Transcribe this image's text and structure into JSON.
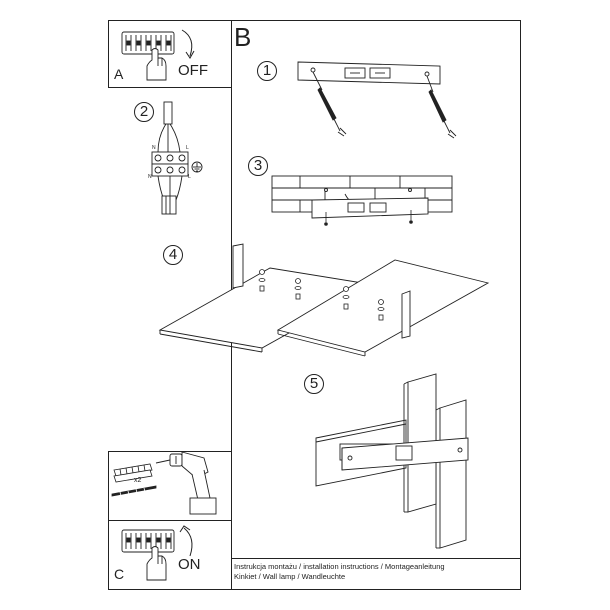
{
  "panels": {
    "a": {
      "letter": "A",
      "action": "OFF"
    },
    "b": {
      "letter": "B"
    },
    "c": {
      "letter": "C",
      "action": "ON"
    }
  },
  "steps": [
    "1",
    "2",
    "3",
    "4",
    "5"
  ],
  "tools": {
    "count": "x2"
  },
  "terminal_labels": {
    "n": "N",
    "l": "L"
  },
  "caption": {
    "line1": "Instrukcja montażu / installation instructions / Montageanleitung",
    "line2": "Kinkiet / Wall lamp / Wandleuchte"
  }
}
